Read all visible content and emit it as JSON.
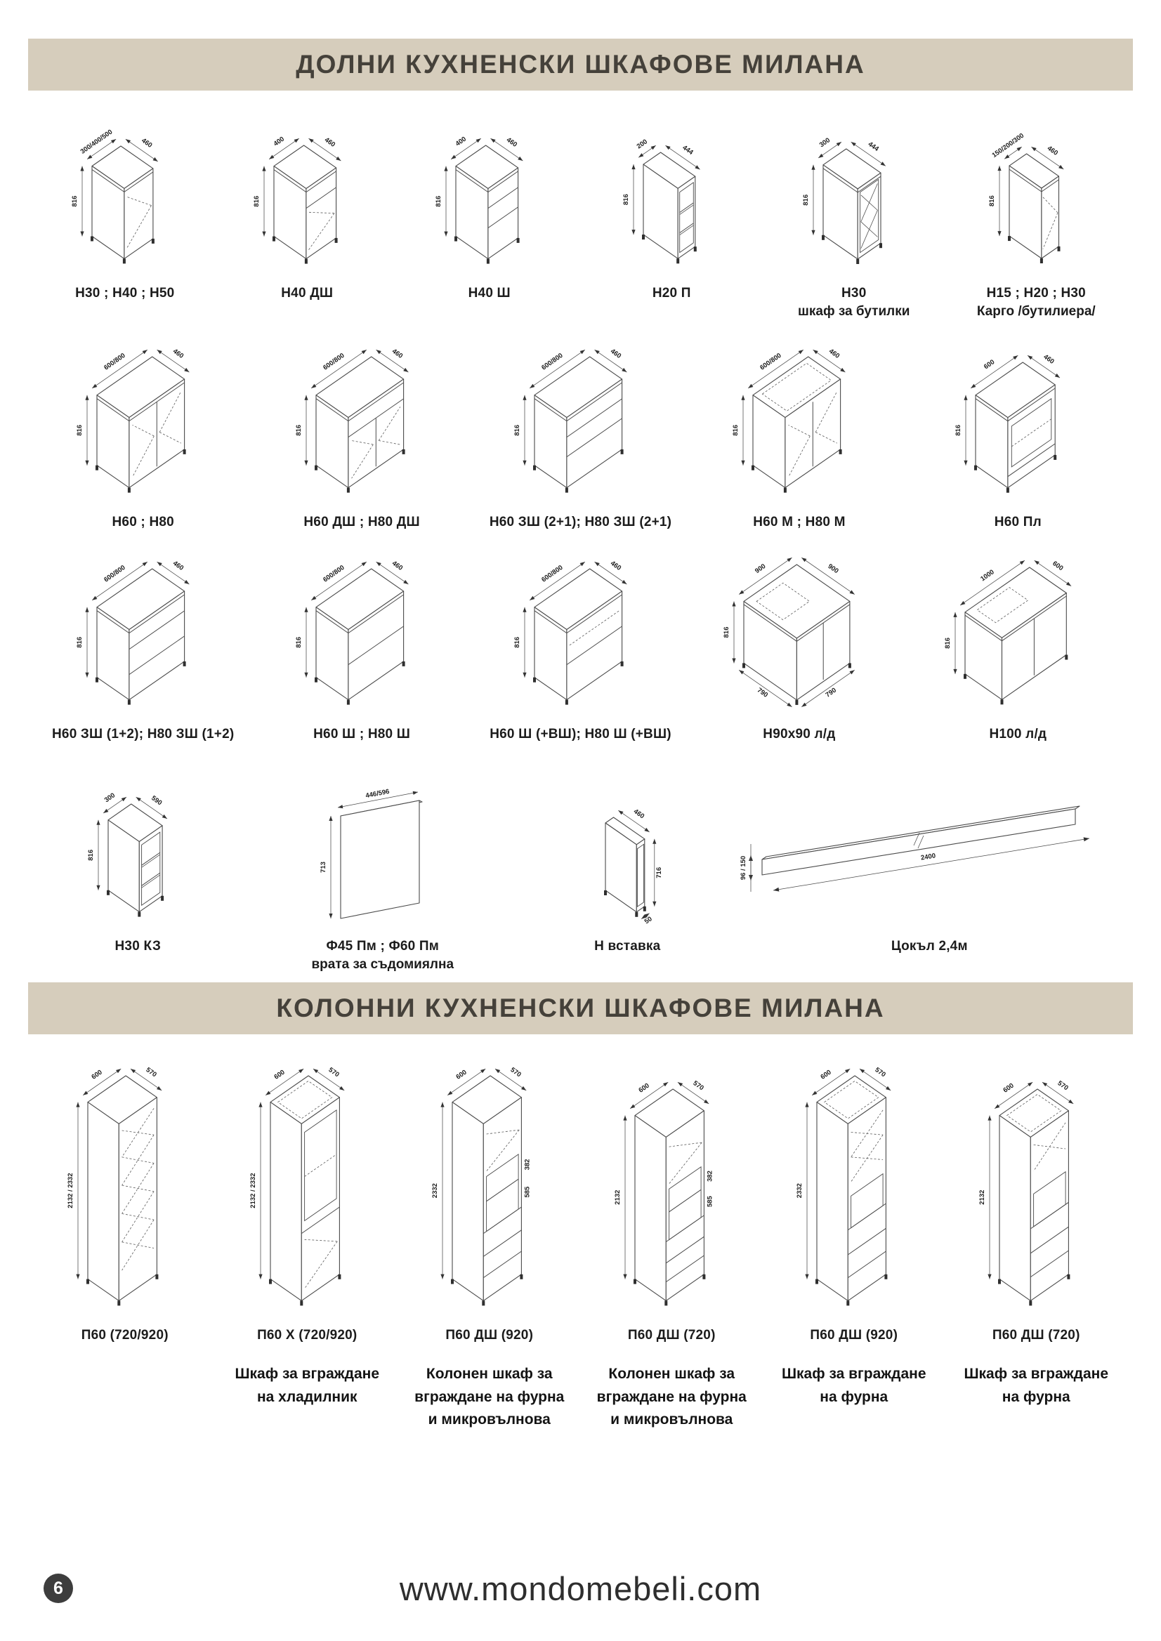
{
  "colors": {
    "banner_bg": "#d6cdbc",
    "banner_text": "#45413a",
    "drawing_line": "#4a4a4a",
    "page_badge_bg": "#3d3d3d"
  },
  "footer": {
    "page_number": "6",
    "website": "www.mondomebeli.com"
  },
  "sections": [
    {
      "title": "ДОЛНИ КУХНЕНСКИ ШКАФОВЕ МИЛАНА",
      "rows": [
        [
          {
            "label": "Н30 ; Н40 ; Н50",
            "depiction": "base-door",
            "dims": {
              "w": "300/400/500",
              "d": "460",
              "h": "816"
            }
          },
          {
            "label": "Н40 ДШ",
            "depiction": "base-drawer-door",
            "dims": {
              "w": "400",
              "d": "460",
              "h": "816"
            }
          },
          {
            "label": "Н40 Ш",
            "depiction": "base-drawers-3",
            "dims": {
              "w": "400",
              "d": "460",
              "h": "816"
            }
          },
          {
            "label": "Н20 П",
            "depiction": "base-open",
            "dims": {
              "w": "200",
              "d": "444",
              "h": "816"
            }
          },
          {
            "label": "Н30",
            "label2": "шкаф за бутилки",
            "depiction": "base-bottle",
            "dims": {
              "w": "300",
              "d": "444",
              "h": "816"
            }
          },
          {
            "label": "Н15 ; Н20 ; Н30",
            "label2": "Карго /бутилиера/",
            "depiction": "base-cargo",
            "dims": {
              "w": "150/200/300",
              "d": "460",
              "h": "816"
            }
          }
        ],
        [
          {
            "label": "Н60 ; Н80",
            "depiction": "base-two-doors",
            "dims": {
              "w": "600/800",
              "d": "460",
              "h": "816"
            }
          },
          {
            "label": "Н60 ДШ ; Н80 ДШ",
            "depiction": "base-drawer-two-doors",
            "dims": {
              "w": "600/800",
              "d": "460",
              "h": "816"
            }
          },
          {
            "label": "Н60 ЗШ (2+1); Н80 ЗШ (2+1)",
            "depiction": "base-drawers-2-1",
            "dims": {
              "w": "600/800",
              "d": "460",
              "h": "816"
            }
          },
          {
            "label": "Н60 М ; Н80 М",
            "depiction": "base-sink",
            "dims": {
              "w": "600/800",
              "d": "460",
              "h": "816"
            }
          },
          {
            "label": "Н60 Пл",
            "depiction": "base-oven",
            "dims": {
              "w": "600",
              "d": "460",
              "h": "816"
            }
          }
        ],
        [
          {
            "label": "Н60 ЗШ (1+2); Н80 ЗШ (1+2)",
            "depiction": "base-drawers-1-2",
            "dims": {
              "w": "600/800",
              "d": "460",
              "h": "816"
            }
          },
          {
            "label": "Н60 Ш ; Н80 Ш",
            "depiction": "base-drawers-2eq",
            "dims": {
              "w": "600/800",
              "d": "460",
              "h": "816"
            }
          },
          {
            "label": "Н60 Ш (+ВШ); Н80 Ш (+ВШ)",
            "depiction": "base-drawers-inner",
            "dims": {
              "w": "600/800",
              "d": "460",
              "h": "816"
            }
          },
          {
            "label": "Н90х90 л/д",
            "depiction": "corner-90",
            "dims": {
              "w": "900",
              "d": "900",
              "h": "816",
              "bw": "790",
              "bd": "790"
            }
          },
          {
            "label": "Н100 л/д",
            "depiction": "corner-100",
            "dims": {
              "w": "1000",
              "d": "600",
              "h": "816"
            }
          }
        ],
        [
          {
            "label": "Н30 КЗ",
            "depiction": "end-shelf",
            "dims": {
              "w": "300",
              "d": "590",
              "h": "816"
            }
          },
          {
            "label": "Ф45 Пм ; Ф60 Пм",
            "label2": "врата за съдомиялна",
            "depiction": "panel",
            "dims": {
              "w": "446/596",
              "h": "713"
            }
          },
          {
            "label": "Н вставка",
            "depiction": "filler",
            "dims": {
              "d": "460",
              "hr": "716",
              "bw": "50"
            }
          },
          {
            "label": "Цокъл 2,4м",
            "depiction": "plinth",
            "dims": {
              "len": "2400",
              "h": "96 / 150"
            }
          }
        ]
      ]
    },
    {
      "title": "КОЛОННИ КУХНЕНСКИ ШКАФОВЕ МИЛАНА",
      "rows": [
        [
          {
            "label": "П60 (720/920)",
            "depiction": "tall-shelves",
            "dims": {
              "w": "600",
              "d": "570",
              "h": "2132 / 2332"
            }
          },
          {
            "label": "П60 Х (720/920)",
            "desc": "Шкаф за вграждане на хладилник",
            "depiction": "tall-fridge",
            "dims": {
              "w": "600",
              "d": "570",
              "h": "2132 / 2332"
            }
          },
          {
            "label": "П60 ДШ (920)",
            "desc": "Колонен шкаф за вграждане на фурна и микровълнова",
            "depiction": "tall-oven-micro",
            "dims": {
              "w": "600",
              "d": "570",
              "h": "2332",
              "inner": [
                "382",
                "585"
              ]
            }
          },
          {
            "label": "П60 ДШ (720)",
            "desc": "Колонен шкаф за вграждане на фурна и микровълнова",
            "depiction": "tall-oven-micro-s",
            "dims": {
              "w": "600",
              "d": "570",
              "h": "2132",
              "inner": [
                "382",
                "585"
              ]
            }
          },
          {
            "label": "П60 ДШ (920)",
            "desc": "Шкаф за вграждане на фурна",
            "depiction": "tall-oven",
            "dims": {
              "w": "600",
              "d": "570",
              "h": "2332"
            }
          },
          {
            "label": "П60 ДШ (720)",
            "desc": "Шкаф за вграждане на фурна",
            "depiction": "tall-oven-s",
            "dims": {
              "w": "600",
              "d": "570",
              "h": "2132"
            }
          }
        ]
      ]
    }
  ]
}
